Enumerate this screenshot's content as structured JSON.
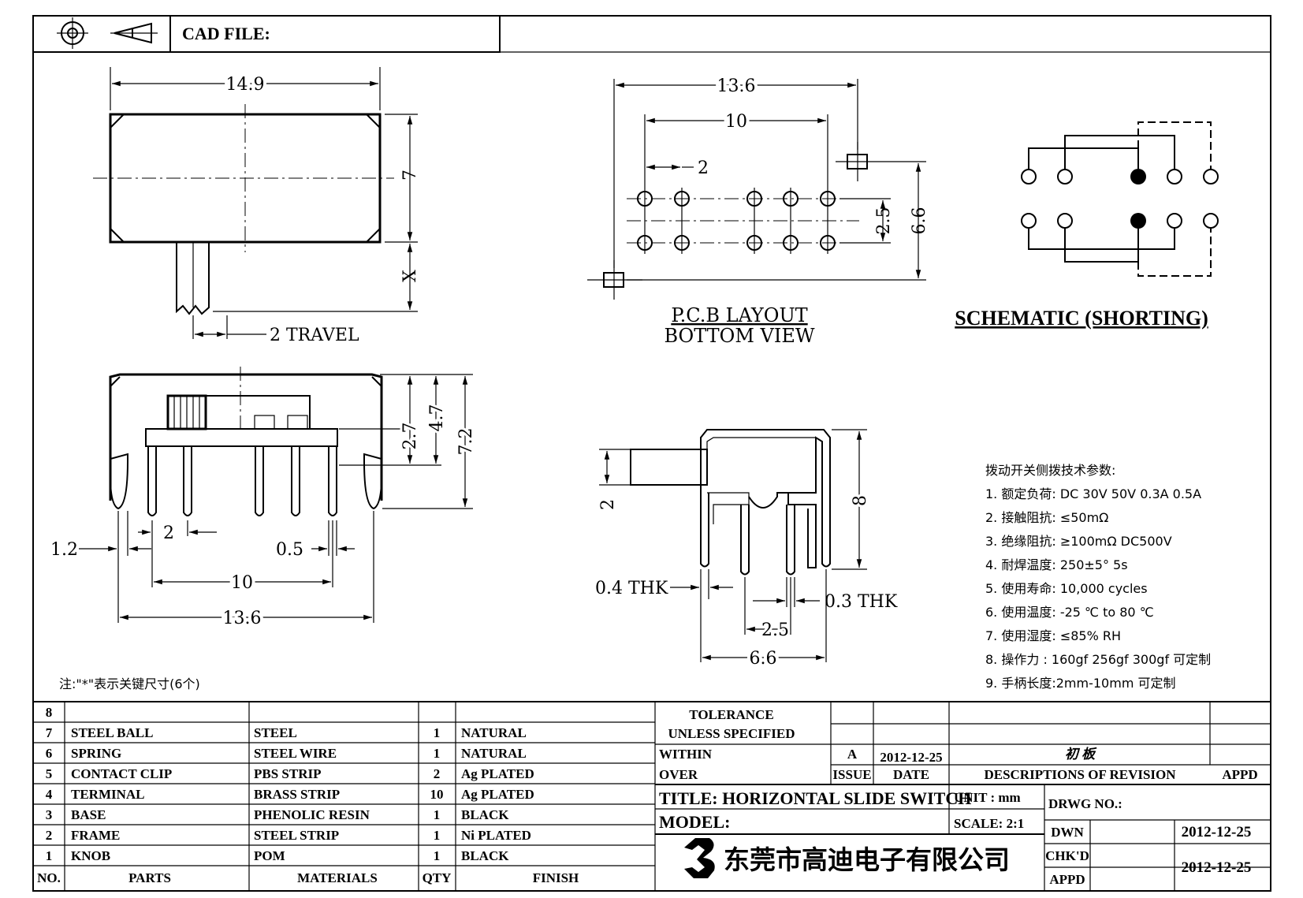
{
  "header": {
    "cad_file_label": "CAD FILE:"
  },
  "top_view": {
    "width": "14.9",
    "height": "7",
    "x_dim": "X",
    "travel": "2  TRAVEL"
  },
  "pcb_layout": {
    "width": "13.6",
    "pin_span": "10",
    "pitch": "2",
    "row_gap": "2.5",
    "row_span": "6.6",
    "title_line1": "P.C.B  LAYOUT",
    "title_line2": "BOTTOM  VIEW"
  },
  "schematic": {
    "title": "SCHEMATIC (SHORTING)"
  },
  "front_view": {
    "height_small": "2.7",
    "height_mid": "4.7",
    "height_total": "7.2",
    "d_1_2": "1.2",
    "d_2": "2",
    "d_0_5": "0.5",
    "d_10": "10",
    "d_13_6": "13.6"
  },
  "side_view": {
    "d_2": "2",
    "d_8": "8",
    "thk_04": "0.4  THK",
    "thk_03": "0.3  THK",
    "d_2_5": "2.5",
    "d_6_6": "6.6"
  },
  "note": "注:\"*\"表示关键尺寸(6个)",
  "specs": {
    "title": "拨动开关侧拨技术参数:",
    "items": [
      "1.  额定负荷: DC 30V    50V    0.3A    0.5A",
      "2.  接触阻抗: ≤50mΩ",
      "3.  绝缘阻抗: ≥100mΩ   DC500V",
      "4.  耐焊温度: 250±5°  5s",
      "5.  使用寿命: 10,000 cycles",
      "6.  使用温度: -25 ℃  to 80 ℃",
      "7.  使用湿度: ≤85% RH",
      "8.  操作力 : 160gf    256gf    300gf  可定制",
      "9.  手柄长度:2mm-10mm  可定制"
    ]
  },
  "bom": {
    "headers": {
      "no": "NO.",
      "parts": "PARTS",
      "materials": "MATERIALS",
      "qty": "QTY",
      "finish": "FINISH"
    },
    "rows": [
      {
        "no": "8",
        "part": "",
        "material": "",
        "qty": "",
        "finish": ""
      },
      {
        "no": "7",
        "part": "STEEL  BALL",
        "material": "STEEL",
        "qty": "1",
        "finish": "NATURAL"
      },
      {
        "no": "6",
        "part": "SPRING",
        "material": "STEEL  WIRE",
        "qty": "1",
        "finish": "NATURAL"
      },
      {
        "no": "5",
        "part": "CONTACT  CLIP",
        "material": "PBS  STRIP",
        "qty": "2",
        "finish": "Ag  PLATED"
      },
      {
        "no": "4",
        "part": "TERMINAL",
        "material": "BRASS  STRIP",
        "qty": "10",
        "finish": "Ag  PLATED"
      },
      {
        "no": "3",
        "part": "BASE",
        "material": "PHENOLIC  RESIN",
        "qty": "1",
        "finish": "BLACK"
      },
      {
        "no": "2",
        "part": "FRAME",
        "material": "STEEL  STRIP",
        "qty": "1",
        "finish": "Ni  PLATED"
      },
      {
        "no": "1",
        "part": "KNOB",
        "material": "POM",
        "qty": "1",
        "finish": "BLACK"
      }
    ]
  },
  "title_block": {
    "tolerance_1": "TOLERANCE",
    "tolerance_2": "UNLESS    SPECIFIED",
    "within": "WITHIN",
    "over": "OVER",
    "rev_letter": "A",
    "rev_date": "2012-12-25",
    "rev_desc": "初 板",
    "issue": "ISSUE",
    "date": "DATE",
    "desc_header": "DESCRIPTIONS  OF  REVISION",
    "appd_header": "APPD",
    "title": "TITLE:  HORIZONTAL  SLIDE  SWITCH",
    "unit": "UNIT : mm",
    "drwg_no": "DRWG  NO.:",
    "model": "MODEL:",
    "scale": "SCALE:  2:1",
    "dwn": "DWN",
    "dwn_date": "2012-12-25",
    "chkd": "CHK'D",
    "appd": "APPD",
    "chk_date": "2012-12-25",
    "company": "东莞市高迪电子有限公司"
  }
}
